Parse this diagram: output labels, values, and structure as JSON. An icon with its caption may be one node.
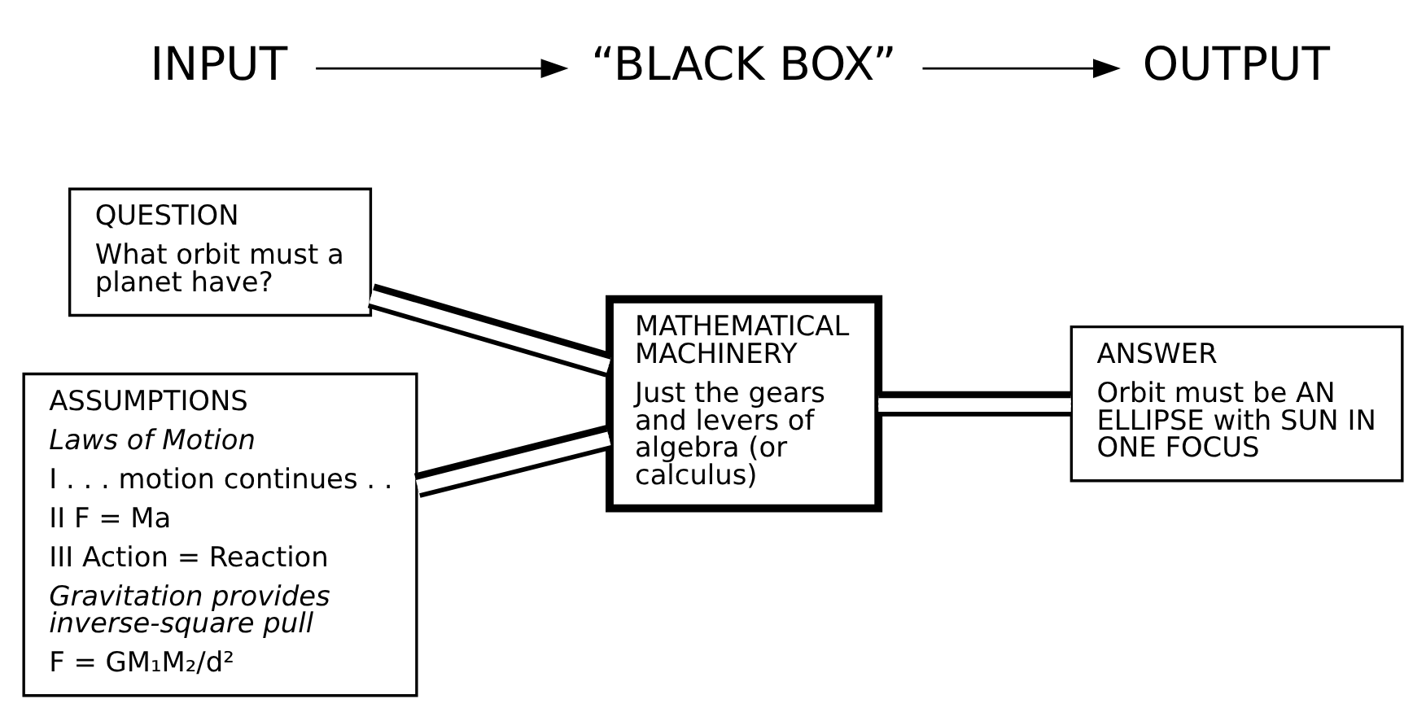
{
  "diagram": {
    "nodes": [
      {
        "text": [
          "INPUT"
        ]
      },
      {
        "text": [
          "“BLACK BOX”"
        ]
      },
      {
        "text": [
          "OUTPUT"
        ]
      },
      {
        "text": [
          "QUESTION",
          "What orbit must a planet have?"
        ]
      },
      {
        "text": [
          "ASSUMPTIONS",
          "Laws of Motion",
          "I . . . motion continues . .",
          "II F = Ma",
          "III Action = Reaction",
          "Gravitation provides inverse-square pull",
          "F = GM₁M₂/d²"
        ]
      },
      {
        "text": [
          "MATHEMATICAL MACHINERY",
          "Just the gears and levers of algebra (or calculus)"
        ]
      },
      {
        "text": [
          "ANSWER",
          "Orbit must be AN ELLIPSE with SUN IN ONE FOCUS"
        ]
      }
    ],
    "edges": [
      {
        "from": 0,
        "to": 1,
        "arrow": "to"
      },
      {
        "from": 1,
        "to": 2,
        "arrow": "to"
      },
      {
        "from": 3,
        "to": 5,
        "arrow": "none"
      },
      {
        "from": 4,
        "to": 5,
        "arrow": "none"
      },
      {
        "from": 5,
        "to": 6,
        "arrow": "none"
      }
    ]
  }
}
